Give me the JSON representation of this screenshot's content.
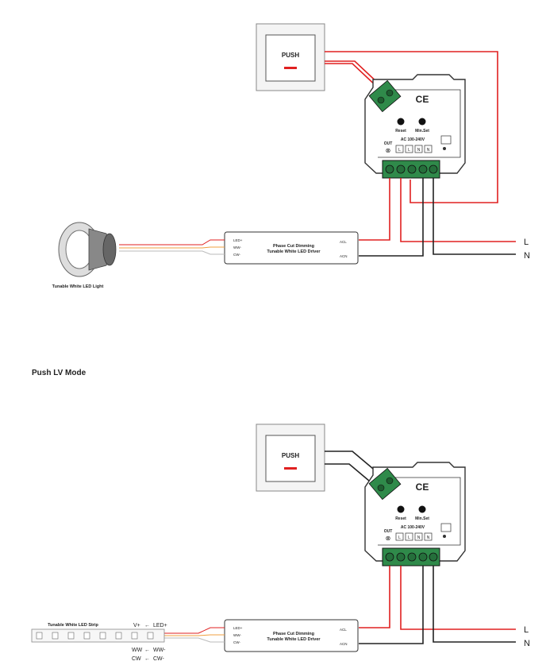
{
  "top_diagram": {
    "push_label": "PUSH",
    "module": {
      "ce": "CE",
      "reset": "Reset",
      "minset": "Min.Set",
      "ac": "AC 100-240V",
      "out": "OUT",
      "terminals": [
        "L",
        "L",
        "N",
        "N"
      ]
    },
    "driver": {
      "title_line1": "Phase Cut Dimming",
      "title_line2": "Tunable White LED Driver",
      "pins_left": [
        "LED+",
        "WW-",
        "CW-"
      ],
      "pins_right": [
        "ACL",
        "ACN"
      ]
    },
    "light_label": "Tunable White LED Light",
    "line_L": "L",
    "line_N": "N"
  },
  "section_title": "Push LV Mode",
  "bottom_diagram": {
    "push_label": "PUSH",
    "module": {
      "ce": "CE",
      "reset": "Reset",
      "minset": "Min.Set",
      "ac": "AC 100-240V",
      "out": "OUT",
      "terminals": [
        "L",
        "L",
        "N",
        "N"
      ]
    },
    "driver": {
      "title_line1": "Phase Cut Dimming",
      "title_line2": "Tunable White LED Driver",
      "pins_left": [
        "LED+",
        "WW-",
        "CW-"
      ],
      "pins_right": [
        "ACL",
        "ACN"
      ]
    },
    "strip_label": "Tunable White LED Strip",
    "strip_pins": [
      "V+",
      "LED+",
      "WW",
      "WW-",
      "CW",
      "CW-"
    ],
    "line_L": "L",
    "line_N": "N"
  },
  "colors": {
    "live": "#e02020",
    "neutral": "#222222",
    "terminal": "#2f8a4a",
    "wire_orange": "#f0a040",
    "wire_gray": "#bbbbbb"
  }
}
